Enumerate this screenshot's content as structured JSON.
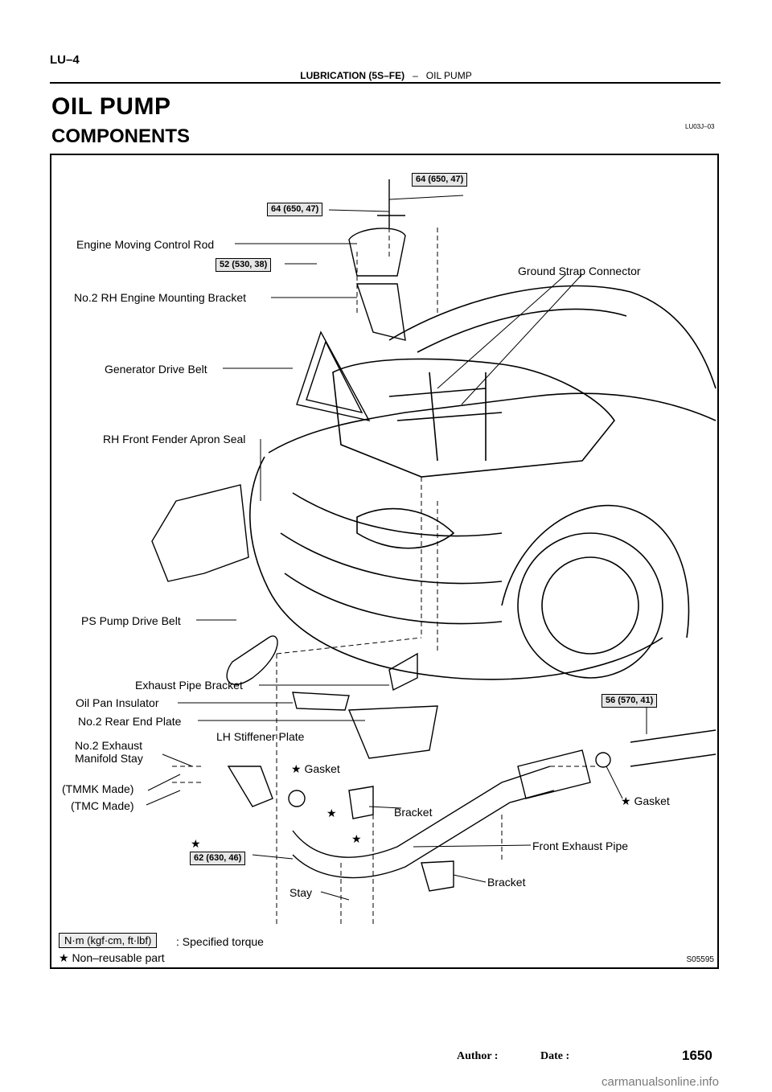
{
  "header": {
    "code": "LU–4",
    "section": "LUBRICATION (5S–FE)",
    "separator": "–",
    "subsection": "OIL PUMP"
  },
  "page_title": "OIL PUMP",
  "section_title": "COMPONENTS",
  "doc_code": "LU03J–03",
  "labels": {
    "engine_moving_control_rod": "Engine Moving Control Rod",
    "no2_rh_engine_mounting_bracket": "No.2 RH Engine Mounting Bracket",
    "ground_strap_connector": "Ground Strap Connector",
    "generator_drive_belt": "Generator Drive Belt",
    "rh_front_fender_apron_seal": "RH Front Fender Apron Seal",
    "ps_pump_drive_belt": "PS Pump Drive Belt",
    "exhaust_pipe_bracket": "Exhaust Pipe Bracket",
    "oil_pan_insulator": "Oil Pan Insulator",
    "no2_rear_end_plate": "No.2 Rear End Plate",
    "lh_stiffener_plate": "LH Stiffener Plate",
    "no2_exhaust_manifold_stay_line1": "No.2  Exhaust",
    "no2_exhaust_manifold_stay_line2": "Manifold Stay",
    "tmmk_made": "(TMMK Made)",
    "tmc_made": "(TMC Made)",
    "gasket_left": "★ Gasket",
    "gasket_right": "★ Gasket",
    "bracket_upper": "Bracket",
    "bracket_lower": "Bracket",
    "front_exhaust_pipe": "Front Exhaust Pipe",
    "stay": "Stay",
    "star_a": "★",
    "star_b": "★",
    "star_c": "★"
  },
  "torque_specs": {
    "t1": "64 (650, 47)",
    "t2": "64 (650, 47)",
    "t3": "52 (530, 38)",
    "t4": "56 (570, 41)",
    "t5": "62 (630, 46)"
  },
  "legend": {
    "unit_box": "N·m (kgf·cm, ft·lbf)",
    "unit_desc": ": Specified torque",
    "non_reusable": "★ Non–reusable part"
  },
  "figure_code": "S05595",
  "footer": {
    "author": "Author :",
    "date": "Date :",
    "page": "1650",
    "watermark": "carmanualsonline.info"
  }
}
